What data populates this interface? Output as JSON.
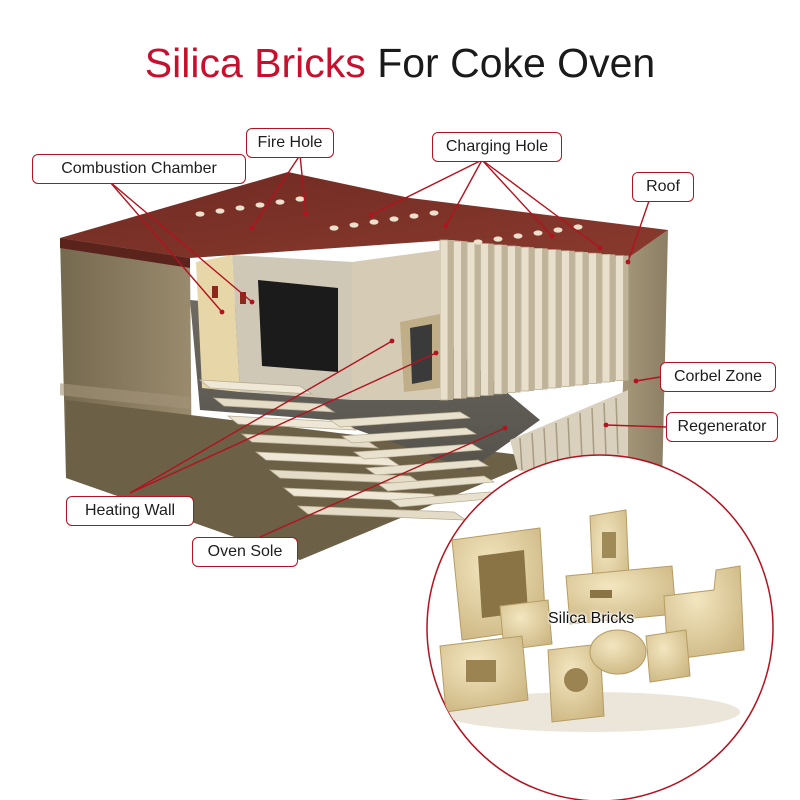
{
  "title": {
    "part1": "Silica Bricks",
    "part2": "For Coke Oven"
  },
  "labels": {
    "fire_hole": "Fire Hole",
    "charging_hole": "Charging Hole",
    "combustion_chamber": "Combustion Chamber",
    "roof": "Roof",
    "corbel_zone": "Corbel Zone",
    "regenerator": "Regenerator",
    "heating_wall": "Heating Wall",
    "oven_sole": "Oven Sole"
  },
  "inset": {
    "label": "Silica Bricks"
  },
  "colors": {
    "accent_red": "#c8102e",
    "roof_brick": "#7b3128",
    "outer_wall": "#8a7c62",
    "silica_brick": "#e6d4a4",
    "heating_wall": "#ddd3bd"
  }
}
